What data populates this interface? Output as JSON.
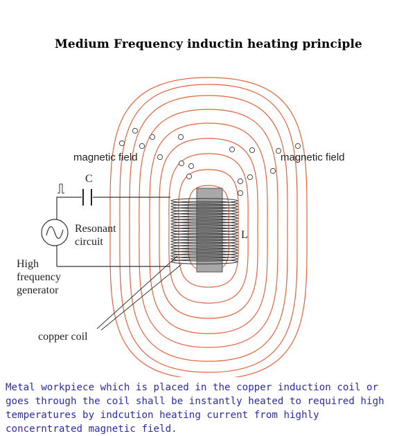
{
  "title": "Medium Frequency inductin heating principle",
  "labels": {
    "magnetic_field_left": "magnetic field",
    "magnetic_field_right": "magnetic field",
    "capacitor": "C",
    "inductor": "L",
    "resonant_1": "Resonant",
    "resonant_2": "circuit",
    "generator_1": "High",
    "generator_2": "frequency",
    "generator_3": "generator",
    "copper_coil": "copper coil"
  },
  "caption_lines": [
    "Metal workpiece which is placed in the copper induction coil or",
    "goes through the coil shall be instantly heated to required high",
    "temperatures by indcution heating current from highly",
    "concerntrated magnetic field."
  ],
  "colors": {
    "field_lines": "#e8603a",
    "caption": "#2a2bb0",
    "workpiece": "#a8a8a8"
  }
}
